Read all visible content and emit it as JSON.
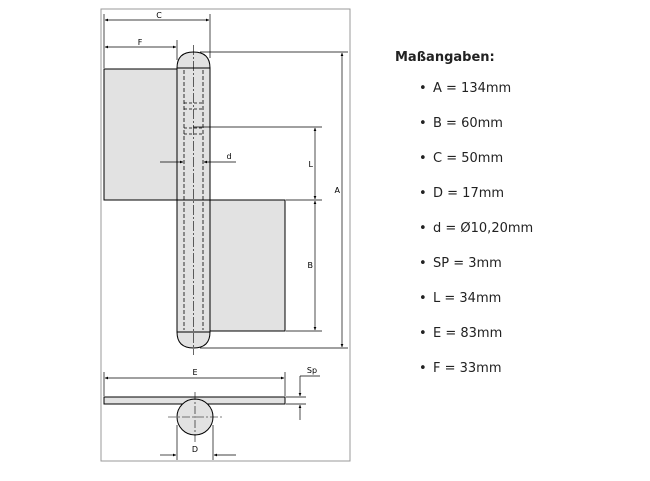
{
  "diagram": {
    "labels": {
      "c": "C",
      "f": "F",
      "d": "d",
      "l": "L",
      "a": "A",
      "b": "B",
      "e": "E",
      "sp": "Sp",
      "d_upper": "D"
    }
  },
  "specs": {
    "title": "Maßangaben:",
    "items": [
      {
        "text": "A = 134mm"
      },
      {
        "text": "B = 60mm"
      },
      {
        "text": "C = 50mm"
      },
      {
        "text": "D = 17mm"
      },
      {
        "text": "d = Ø10,20mm"
      },
      {
        "text": "SP = 3mm"
      },
      {
        "text": "L = 34mm"
      },
      {
        "text": "E = 83mm"
      },
      {
        "text": "F = 33mm"
      }
    ]
  },
  "colors": {
    "leaf_fill": "#e2e2e2",
    "line": "#000000",
    "frame": "#999999"
  }
}
